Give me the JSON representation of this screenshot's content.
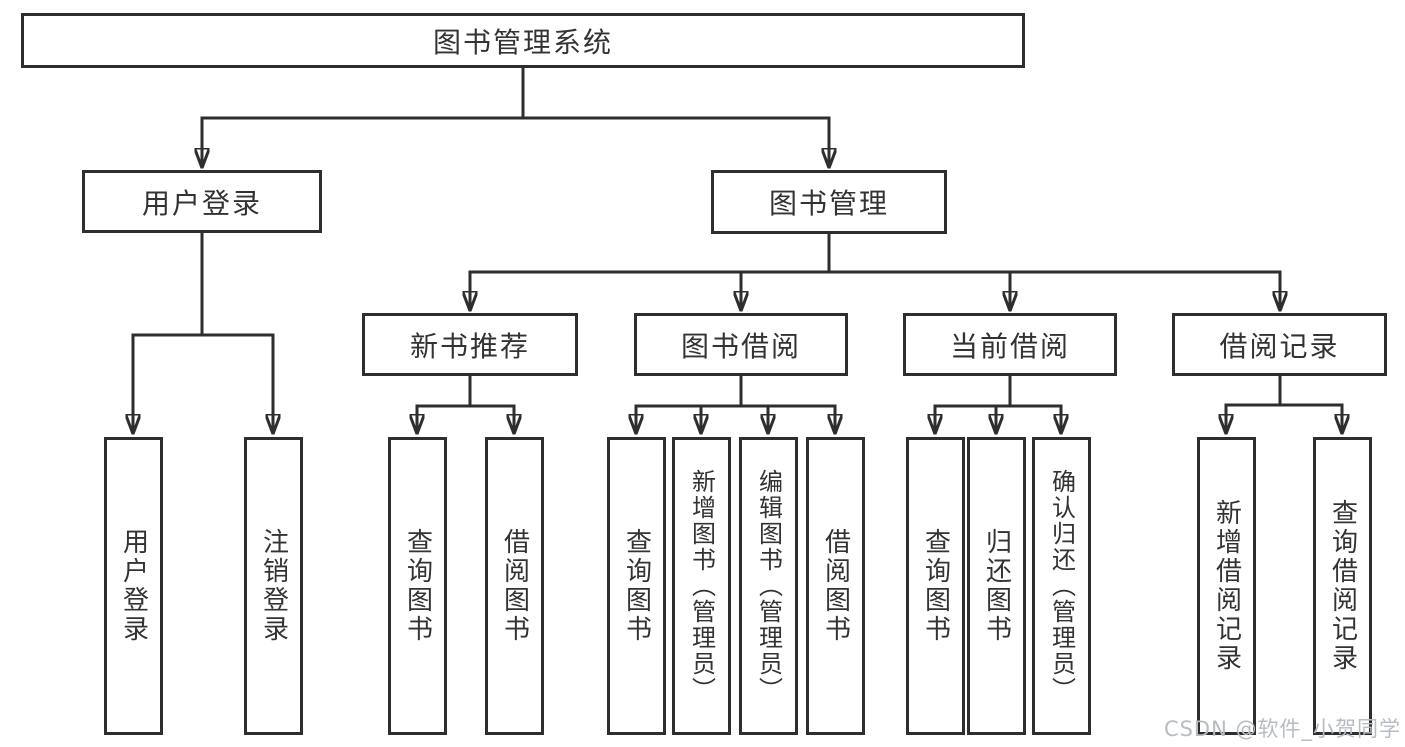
{
  "tree": {
    "root": {
      "label": "图书管理系统"
    },
    "user_login": {
      "label": "用户登录",
      "leaves": [
        "用户登录",
        "注销登录"
      ]
    },
    "book_mgmt": {
      "label": "图书管理",
      "groups": [
        {
          "label": "新书推荐",
          "leaves": [
            "查询图书",
            "借阅图书"
          ]
        },
        {
          "label": "图书借阅",
          "leaves": [
            "查询图书",
            "新增图书（管理员）",
            "编辑图书（管理员）",
            "借阅图书"
          ]
        },
        {
          "label": "当前借阅",
          "leaves": [
            "查询图书",
            "归还图书",
            "确认归还（管理员）"
          ]
        },
        {
          "label": "借阅记录",
          "leaves": [
            "新增借阅记录",
            "查询借阅记录"
          ]
        }
      ]
    }
  },
  "watermark": {
    "text": "CSDN @软件_小贺同学"
  },
  "colors": {
    "line": "#2e2e2e",
    "box_border": "#2e2e2e",
    "text": "#333333",
    "watermark": "#b7bbc2",
    "background": "#ffffff"
  }
}
